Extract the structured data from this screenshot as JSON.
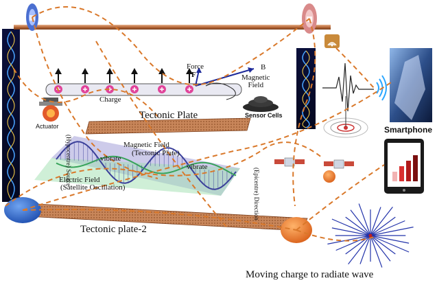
{
  "labels": {
    "force": "Force",
    "f": "F",
    "b": "B",
    "magnetic_field_top": "Magnetic\nField",
    "charge": "Charge",
    "actuator": "Actuator",
    "sensor_cells": "Sensor Cells",
    "tectonic_plate": "Tectonic Plate",
    "smartphone": "Smartphone",
    "magnetic_field_wave": "Magnetic Field",
    "magnetic_field_wave_sub": "(Tectonic Plate)",
    "vibrate_1": "vibrate",
    "vibrate_2": "vibrate",
    "electric_field": "Electric Field",
    "electric_field_sub": "(Satellite Oscillation)",
    "hypocentre_source": "(Hypocentre) Source",
    "epicentre_direction": "(Epicentre) Direction",
    "tectonic_plate_2": "Tectonic plate-2",
    "moving_charge": "Moving charge to radiate wave"
  },
  "colors": {
    "dashed_line": "#d9782a",
    "rod": "#b86a3a",
    "plate": "#c8865a",
    "charge_tube": "#e9e9f2",
    "charge_dot": "#e0449a",
    "blue_disk": "#2f6fd6",
    "orange_disk": "#f07f2a",
    "wave_magnetic": "#3a3f9a",
    "wave_electric": "#37a35a",
    "wave_panel": "#b9b7dc",
    "radiate": "#2233aa",
    "bars": [
      "#f2b3b3",
      "#d93030",
      "#b01a1a",
      "#7a0f0f"
    ]
  },
  "icons": [
    "wifi-icon",
    "seismograph-icon",
    "target-icon",
    "smartphone-icon",
    "satellite-icon",
    "actuator-icon",
    "sensor-cells-icon"
  ]
}
